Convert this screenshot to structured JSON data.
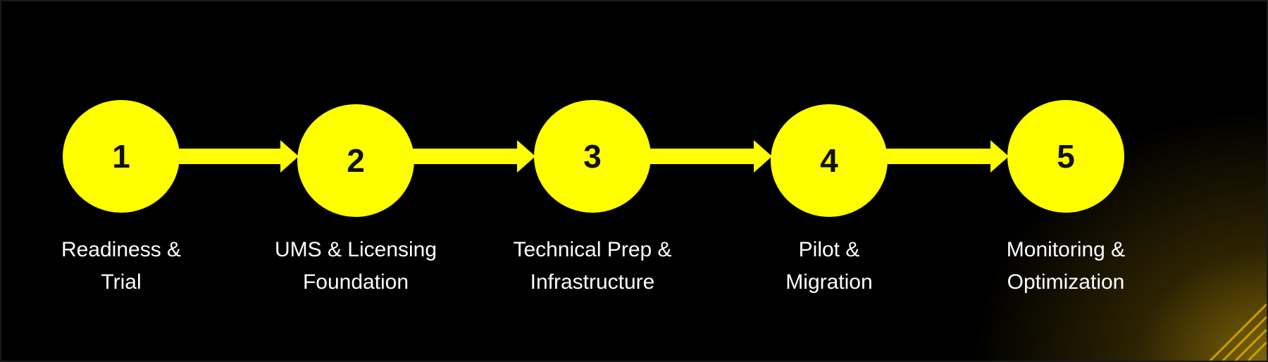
{
  "steps": [
    {
      "number": "1",
      "line1": "Readiness &",
      "line2": "Trial"
    },
    {
      "number": "2",
      "line1": "UMS & Licensing",
      "line2": "Foundation"
    },
    {
      "number": "3",
      "line1": "Technical Prep &",
      "line2": "Infrastructure"
    },
    {
      "number": "4",
      "line1": "Pilot &",
      "line2": "Migration"
    },
    {
      "number": "5",
      "line1": "Monitoring &",
      "line2": "Optimization"
    }
  ],
  "colors": {
    "accent": "#ffff00",
    "background": "#000000",
    "text": "#ffffff"
  }
}
